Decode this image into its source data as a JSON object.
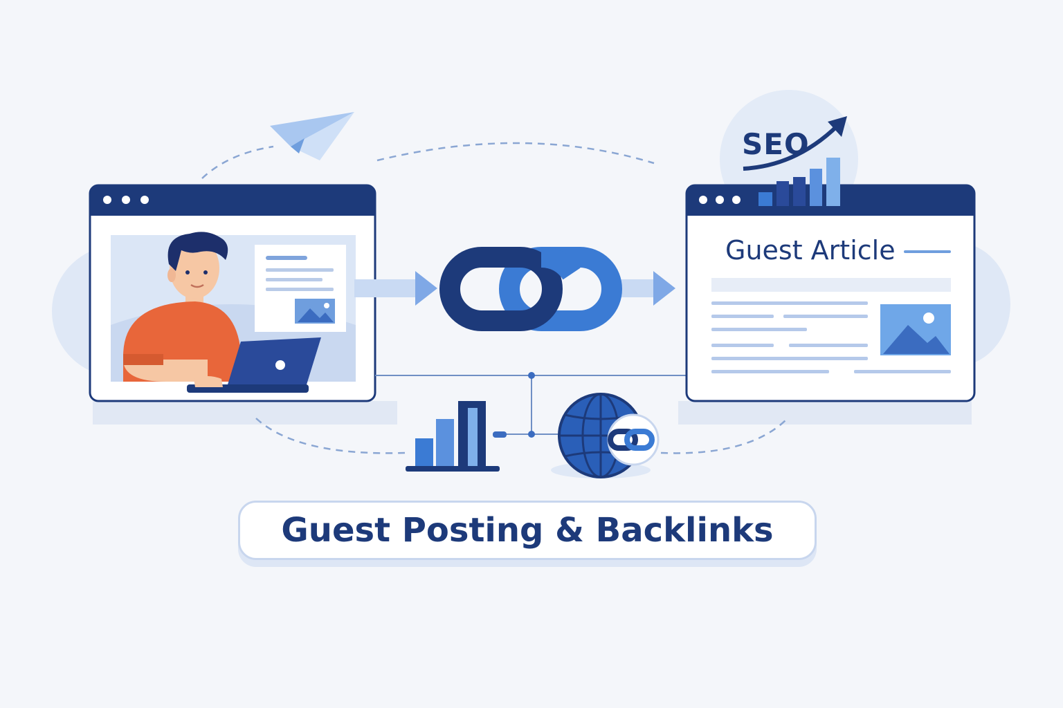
{
  "article_window": {
    "title": "Guest Article"
  },
  "seo_badge": {
    "label": "SEO"
  },
  "banner": {
    "title": "Guest Posting & Backlinks"
  },
  "colors": {
    "navy": "#1d3a7a",
    "blue": "#3b7bd4",
    "light_blue": "#7fb0ea",
    "orange": "#e8663a",
    "skin": "#f6c7a4",
    "background": "#f4f6fa"
  },
  "icons": [
    "paper-plane-icon",
    "chain-link-icon",
    "globe-icon",
    "bar-chart-icon",
    "trend-arrow-icon",
    "image-icon",
    "laptop-icon"
  ]
}
